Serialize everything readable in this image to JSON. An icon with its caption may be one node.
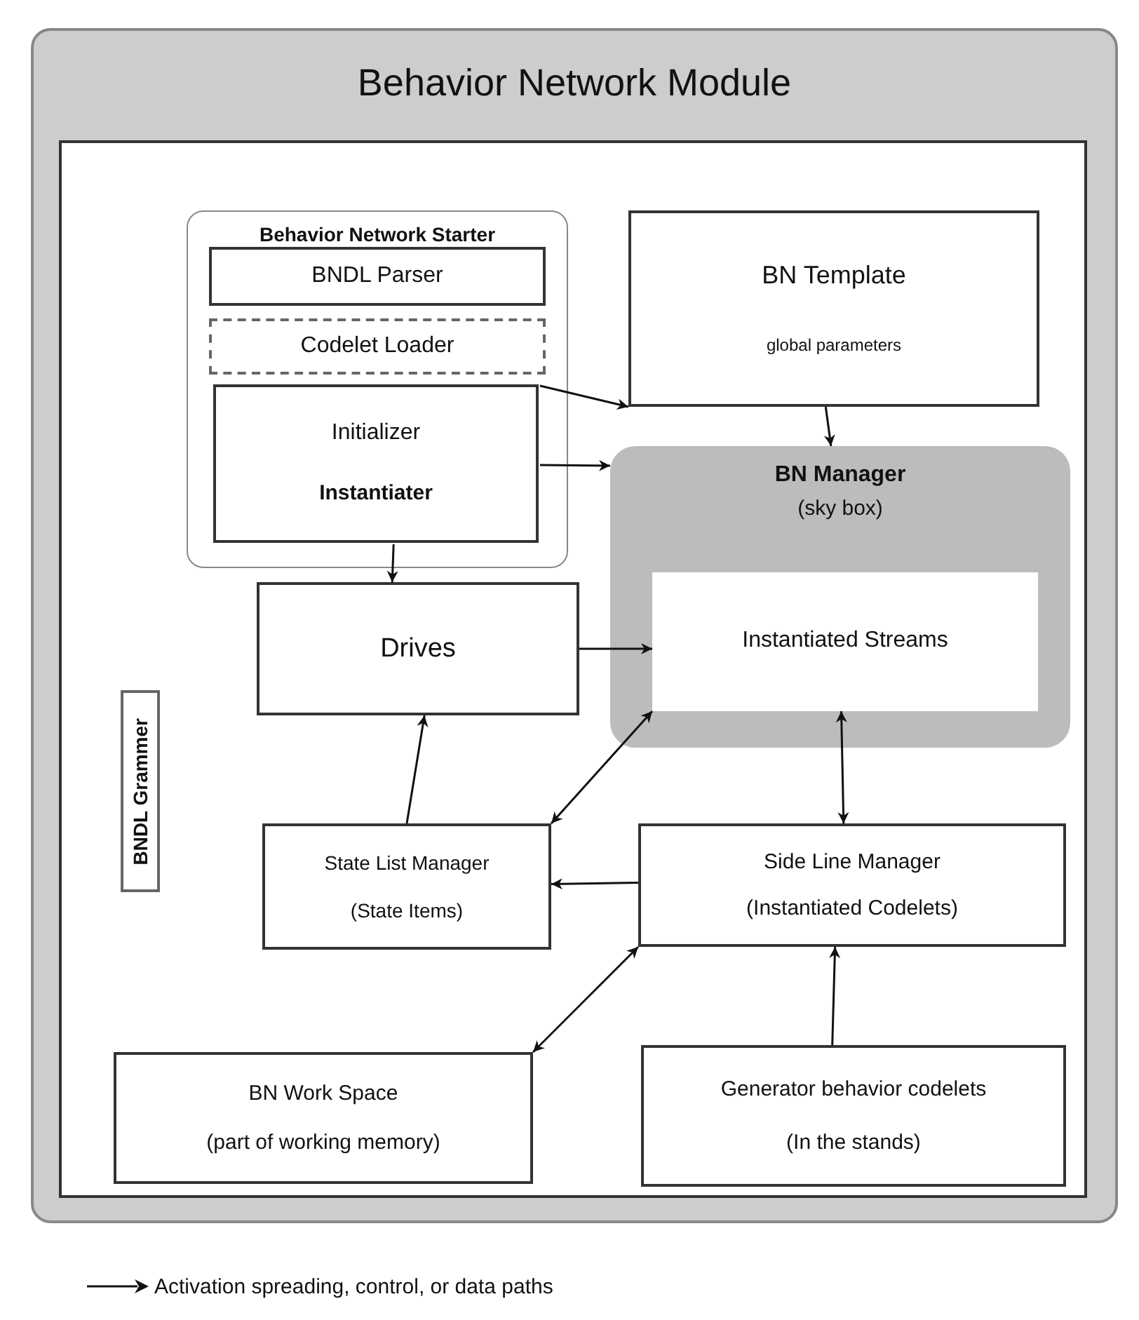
{
  "diagram": {
    "nodes": [
      {
        "text": [
          "Behavior Network Module"
        ]
      },
      {
        "text": [
          "Behavior Network Starter"
        ],
        "in": 0
      },
      {
        "text": [
          "BNDL Parser"
        ],
        "in": 1
      },
      {
        "text": [
          "Codelet Loader"
        ],
        "in": 1
      },
      {
        "text": [
          "Initializer",
          "Instantiater"
        ],
        "in": 1
      },
      {
        "text": [
          "BN Template",
          "global parameters"
        ],
        "in": 0
      },
      {
        "text": [
          "BN Manager",
          "(sky box)"
        ],
        "in": 0
      },
      {
        "text": [
          "Instantiated Streams"
        ],
        "in": 6
      },
      {
        "text": [
          "Drives"
        ],
        "in": 0
      },
      {
        "text": [
          "BNDL Grammer"
        ],
        "in": 0
      },
      {
        "text": [
          "State List Manager",
          "(State Items)"
        ],
        "in": 0
      },
      {
        "text": [
          "Side Line Manager",
          "(Instantiated Codelets)"
        ],
        "in": 0
      },
      {
        "text": [
          "BN Work Space",
          "(part of working memory)"
        ],
        "in": 0
      },
      {
        "text": [
          "Generator behavior codelets",
          "(In the stands)"
        ],
        "in": 0
      }
    ],
    "edges": [
      {
        "from": 4,
        "to": 5,
        "arrow": "to"
      },
      {
        "from": 4,
        "to": 6,
        "arrow": "to"
      },
      {
        "from": 5,
        "to": 6,
        "arrow": "to"
      },
      {
        "from": 4,
        "to": 8,
        "arrow": "to"
      },
      {
        "from": 8,
        "to": 7,
        "arrow": "to"
      },
      {
        "from": 10,
        "to": 8,
        "arrow": "to"
      },
      {
        "from": 10,
        "to": 7,
        "arrow": "both"
      },
      {
        "from": 7,
        "to": 11,
        "arrow": "both"
      },
      {
        "from": 11,
        "to": 10,
        "arrow": "to"
      },
      {
        "from": 11,
        "to": 12,
        "arrow": "both"
      },
      {
        "from": 13,
        "to": 11,
        "arrow": "to"
      }
    ],
    "legend": [
      {
        "text": "Activation spreading, control, or data paths"
      }
    ]
  }
}
